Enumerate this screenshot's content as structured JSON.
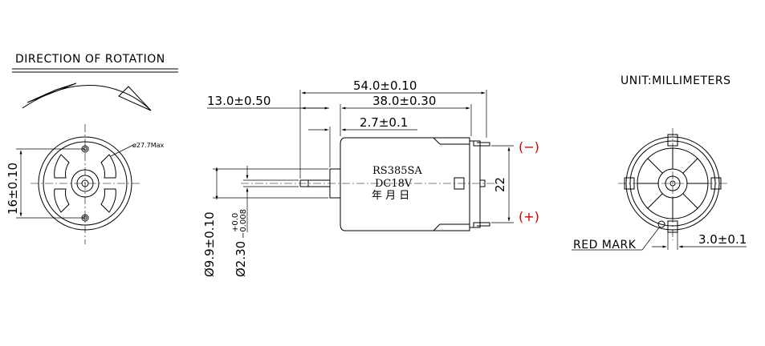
{
  "labels": {
    "direction": "DIRECTION OF ROTATION",
    "unit": "UNIT:MILLIMETERS",
    "red_mark": "RED MARK",
    "minus": "(−)",
    "plus": "(+)",
    "model": "RS385SA",
    "voltage": "DC18V",
    "date": "年 月 日"
  },
  "dimensions": {
    "overall_length": "54.0±0.10",
    "shaft_length": "13.0±0.50",
    "body_length": "38.0±0.30",
    "boss_length": "2.7±0.1",
    "terminal_spacing": "22",
    "boss_diameter": "Ø9.9±0.10",
    "shaft_diameter": "Ø2.30",
    "shaft_tol_upper": "+0.0",
    "shaft_tol_lower": "−0.008",
    "hole_spacing": "16±0.10",
    "hole_diameter": "ø27.7Max",
    "terminal_width": "3.0±0.1"
  },
  "colors": {
    "line": "#000000",
    "polarity": "#cc0000"
  }
}
